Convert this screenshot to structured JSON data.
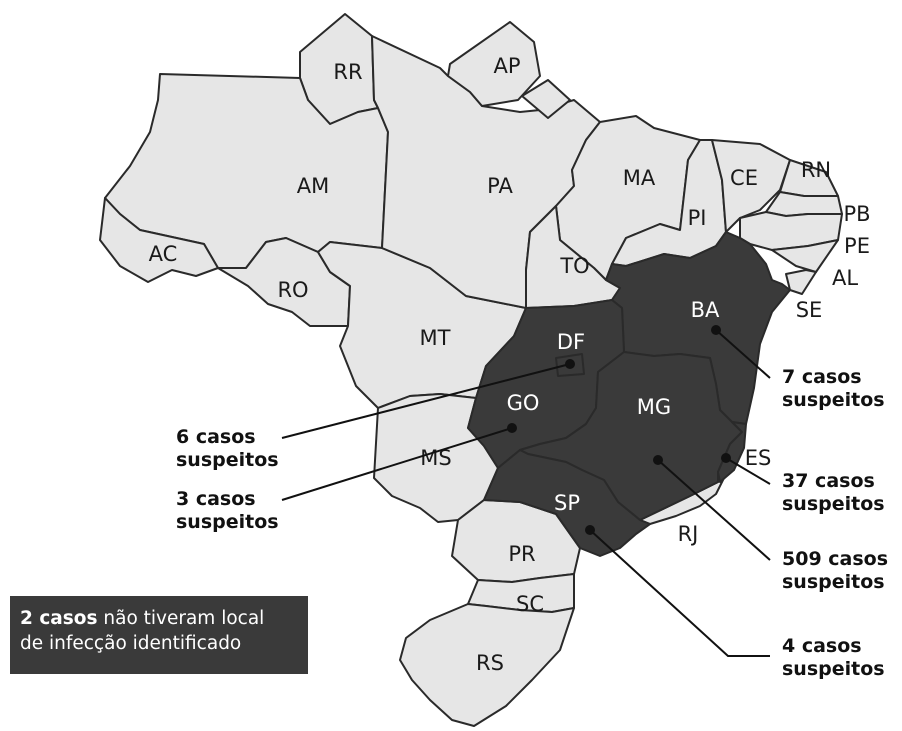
{
  "states": [
    {
      "abbr": "RR",
      "highlighted": false
    },
    {
      "abbr": "AP",
      "highlighted": false
    },
    {
      "abbr": "AM",
      "highlighted": false
    },
    {
      "abbr": "PA",
      "highlighted": false
    },
    {
      "abbr": "MA",
      "highlighted": false
    },
    {
      "abbr": "CE",
      "highlighted": false
    },
    {
      "abbr": "RN",
      "highlighted": false
    },
    {
      "abbr": "PB",
      "highlighted": false
    },
    {
      "abbr": "PE",
      "highlighted": false
    },
    {
      "abbr": "PI",
      "highlighted": false
    },
    {
      "abbr": "AL",
      "highlighted": false
    },
    {
      "abbr": "SE",
      "highlighted": false
    },
    {
      "abbr": "AC",
      "highlighted": false
    },
    {
      "abbr": "RO",
      "highlighted": false
    },
    {
      "abbr": "TO",
      "highlighted": false
    },
    {
      "abbr": "MT",
      "highlighted": false
    },
    {
      "abbr": "BA",
      "highlighted": true
    },
    {
      "abbr": "DF",
      "highlighted": true
    },
    {
      "abbr": "GO",
      "highlighted": true
    },
    {
      "abbr": "MG",
      "highlighted": true
    },
    {
      "abbr": "MS",
      "highlighted": false
    },
    {
      "abbr": "ES",
      "highlighted": true
    },
    {
      "abbr": "SP",
      "highlighted": true
    },
    {
      "abbr": "RJ",
      "highlighted": false
    },
    {
      "abbr": "PR",
      "highlighted": false
    },
    {
      "abbr": "SC",
      "highlighted": false
    },
    {
      "abbr": "RS",
      "highlighted": false
    }
  ],
  "callouts": [
    {
      "state": "BA",
      "line1": "7 casos",
      "line2": "suspeitos"
    },
    {
      "state": "DF",
      "line1": "6 casos",
      "line2": "suspeitos"
    },
    {
      "state": "GO",
      "line1": "3 casos",
      "line2": "suspeitos"
    },
    {
      "state": "ES",
      "line1": "37 casos",
      "line2": "suspeitos"
    },
    {
      "state": "MG",
      "line1": "509 casos",
      "line2": "suspeitos"
    },
    {
      "state": "SP",
      "line1": "4 casos",
      "line2": "suspeitos"
    }
  ],
  "note": {
    "bold": "2 casos",
    "rest": " não tiveram local",
    "line2": "de infecção identificado"
  },
  "colors": {
    "highlight": "#3a3a3a",
    "base": "#e6e6e6",
    "border": "#2a2a2a"
  }
}
